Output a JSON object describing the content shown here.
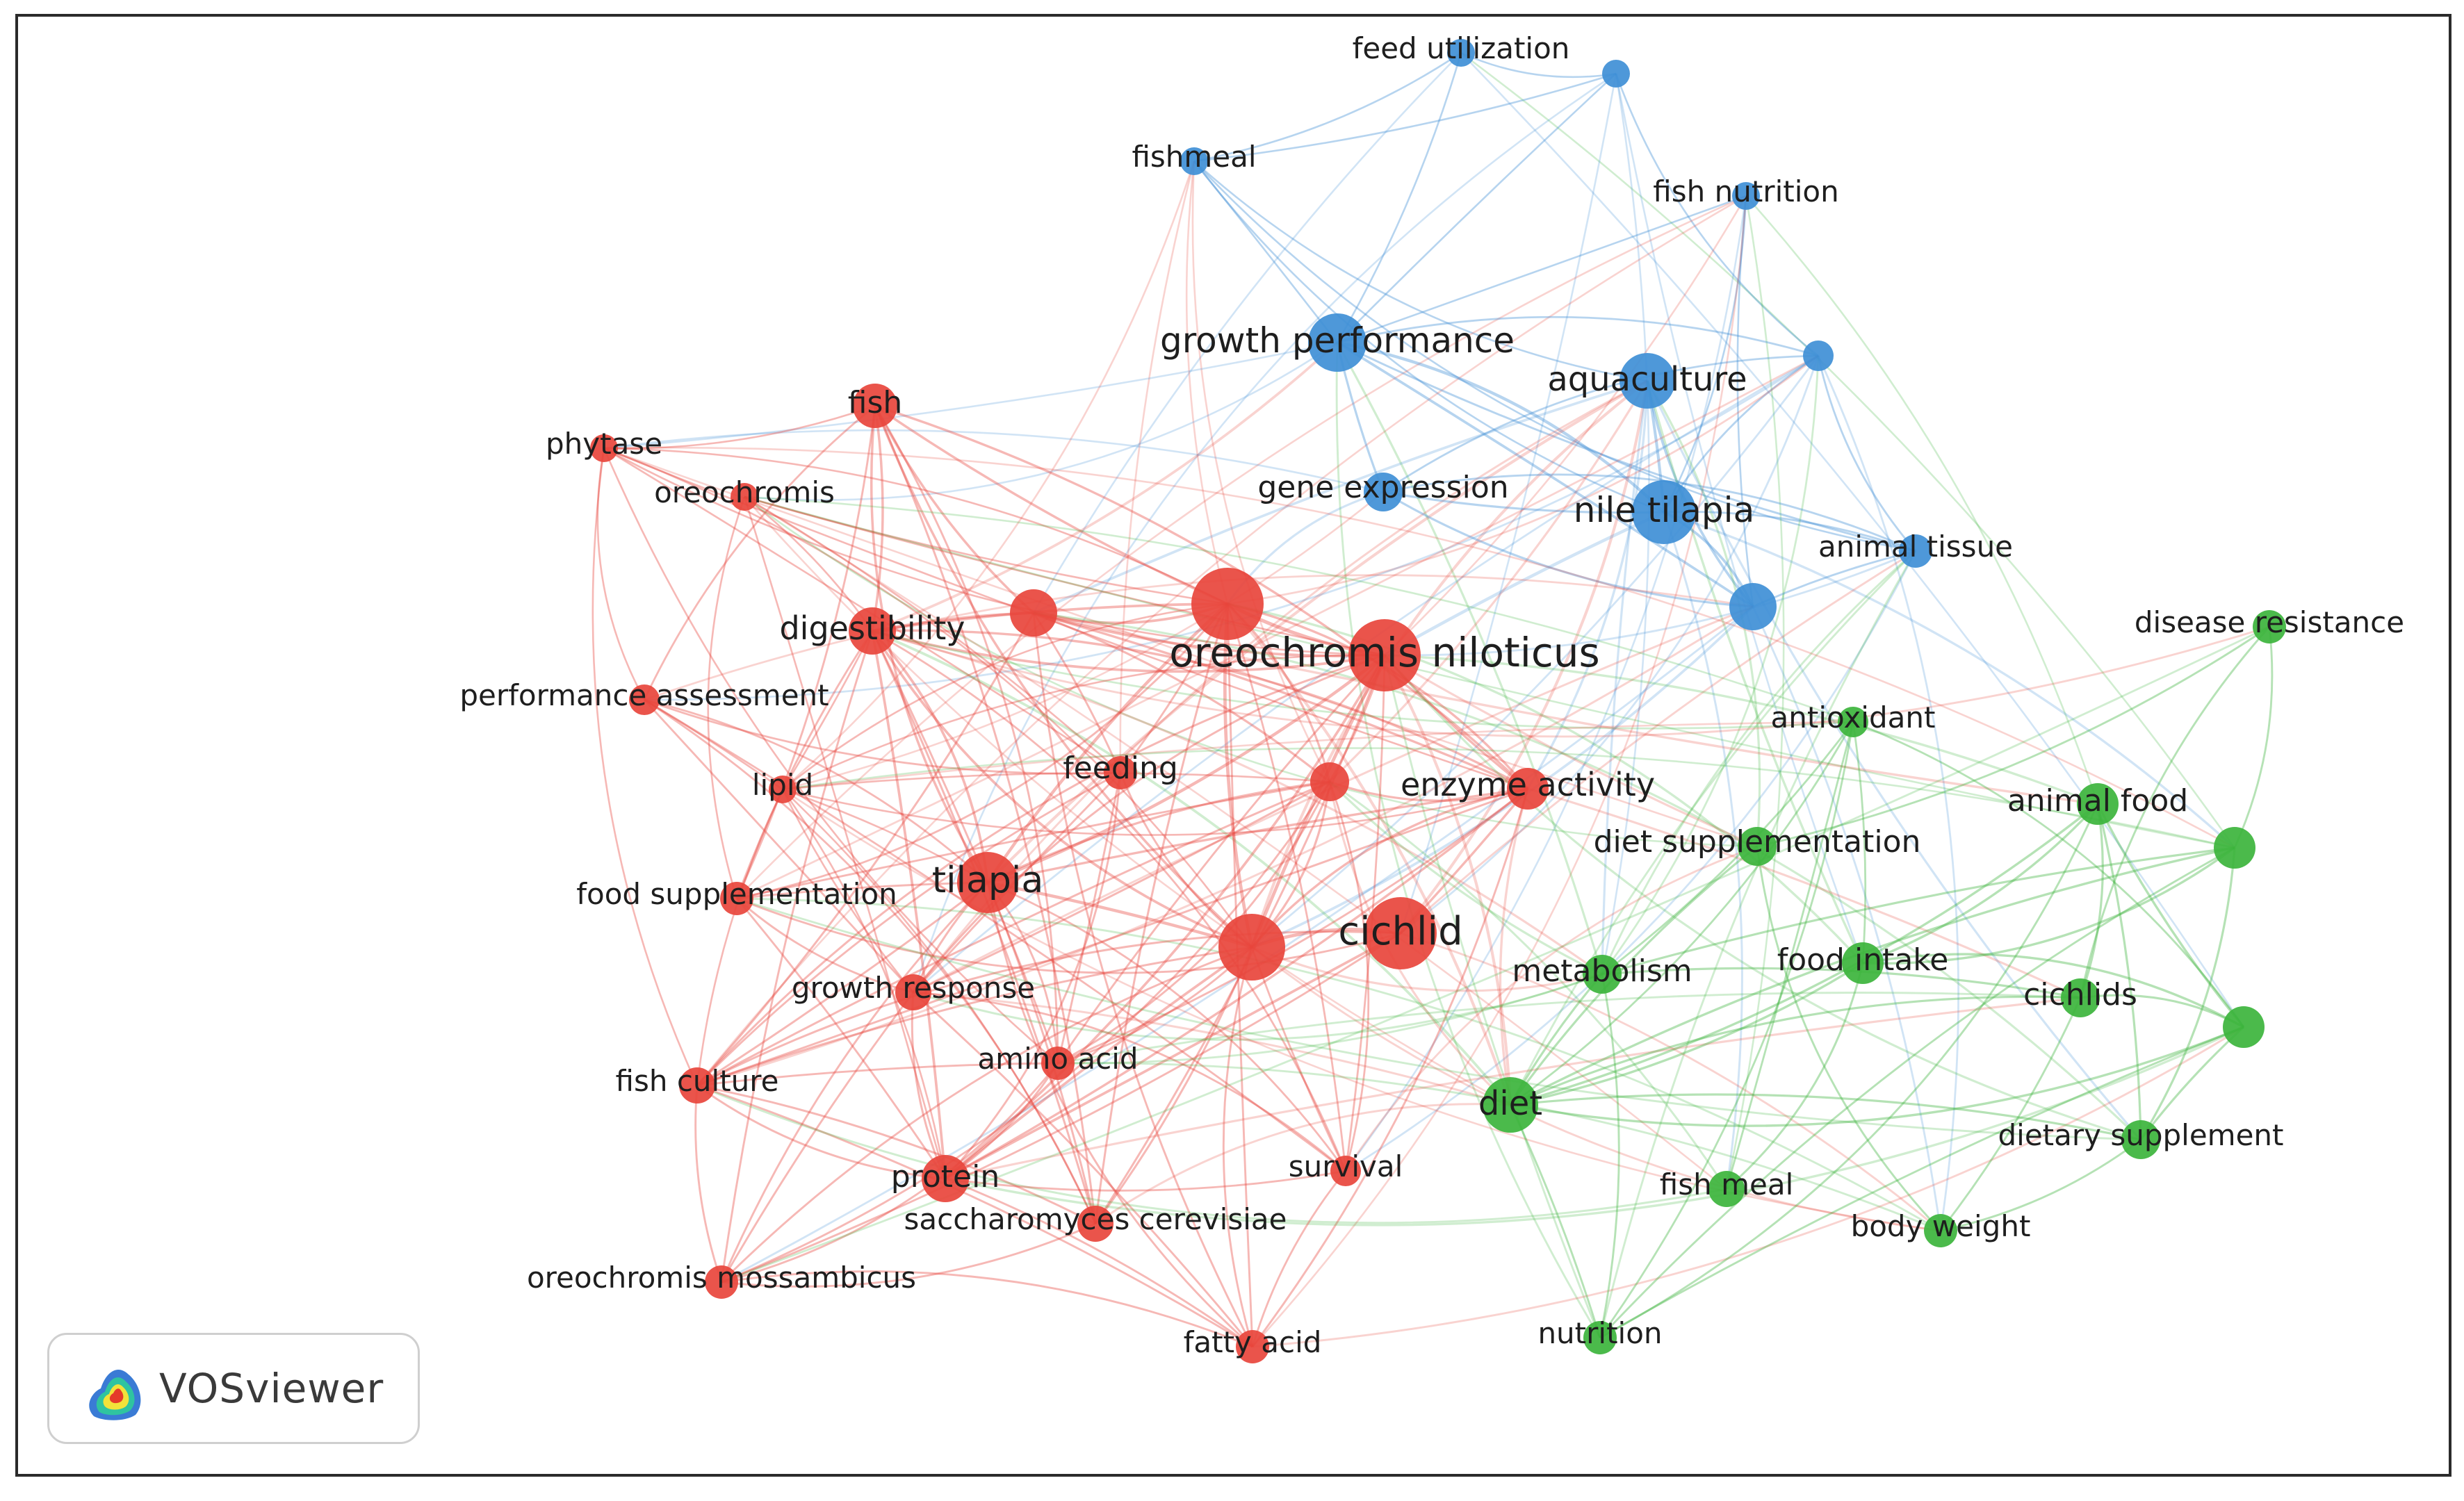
{
  "software": "VOSviewer",
  "clusters": {
    "red": "#e8453c",
    "blue": "#3f8fd6",
    "green": "#3cb43c"
  },
  "nodes": [
    {
      "id": "feed_utilization",
      "label": "feed utilization",
      "cluster": "blue",
      "weight": 0.2
    },
    {
      "id": "blue_u1",
      "label": "",
      "cluster": "blue",
      "weight": 0.2
    },
    {
      "id": "fishmeal",
      "label": "fishmeal",
      "cluster": "blue",
      "weight": 0.2
    },
    {
      "id": "fish_nutrition",
      "label": "fish nutrition",
      "cluster": "blue",
      "weight": 0.2
    },
    {
      "id": "growth_performance",
      "label": "growth performance",
      "cluster": "blue",
      "weight": 0.75
    },
    {
      "id": "aquaculture",
      "label": "aquaculture",
      "cluster": "blue",
      "weight": 0.7
    },
    {
      "id": "blue_u2",
      "label": "",
      "cluster": "blue",
      "weight": 0.25
    },
    {
      "id": "gene_expression",
      "label": "gene expression",
      "cluster": "blue",
      "weight": 0.4
    },
    {
      "id": "nile_tilapia",
      "label": "nile tilapia",
      "cluster": "blue",
      "weight": 0.85
    },
    {
      "id": "animal_tissue",
      "label": "animal tissue",
      "cluster": "blue",
      "weight": 0.3
    },
    {
      "id": "blue_u3",
      "label": "",
      "cluster": "blue",
      "weight": 0.55
    },
    {
      "id": "fish",
      "label": "fish",
      "cluster": "red",
      "weight": 0.5
    },
    {
      "id": "phytase",
      "label": "phytase",
      "cluster": "red",
      "weight": 0.2
    },
    {
      "id": "oreochromis",
      "label": "oreochromis",
      "cluster": "red",
      "weight": 0.2
    },
    {
      "id": "digestibility",
      "label": "digestibility",
      "cluster": "red",
      "weight": 0.55
    },
    {
      "id": "red_u1",
      "label": "",
      "cluster": "red",
      "weight": 0.55
    },
    {
      "id": "red_u2",
      "label": "",
      "cluster": "red",
      "weight": 1.0
    },
    {
      "id": "oreochromis_niloticus",
      "label": "oreochromis niloticus",
      "cluster": "red",
      "weight": 1.0
    },
    {
      "id": "performance_assessment",
      "label": "performance assessment",
      "cluster": "red",
      "weight": 0.25
    },
    {
      "id": "lipid",
      "label": "lipid",
      "cluster": "red",
      "weight": 0.2
    },
    {
      "id": "feeding",
      "label": "feeding",
      "cluster": "red",
      "weight": 0.3
    },
    {
      "id": "red_u3",
      "label": "",
      "cluster": "red",
      "weight": 0.4
    },
    {
      "id": "enzyme_activity",
      "label": "enzyme activity",
      "cluster": "red",
      "weight": 0.45
    },
    {
      "id": "tilapia",
      "label": "tilapia",
      "cluster": "red",
      "weight": 0.8
    },
    {
      "id": "food_supplementation",
      "label": "food supplementation",
      "cluster": "red",
      "weight": 0.3
    },
    {
      "id": "red_u4",
      "label": "",
      "cluster": "red",
      "weight": 0.9
    },
    {
      "id": "cichlid",
      "label": "cichlid",
      "cluster": "red",
      "weight": 1.0
    },
    {
      "id": "growth_response",
      "label": "growth response",
      "cluster": "red",
      "weight": 0.35
    },
    {
      "id": "amino_acid",
      "label": "amino acid",
      "cluster": "red",
      "weight": 0.3
    },
    {
      "id": "fish_culture",
      "label": "fish culture",
      "cluster": "red",
      "weight": 0.35
    },
    {
      "id": "protein",
      "label": "protein",
      "cluster": "red",
      "weight": 0.55
    },
    {
      "id": "saccharomyces_cerevisiae",
      "label": "saccharomyces cerevisiae",
      "cluster": "red",
      "weight": 0.35
    },
    {
      "id": "survival",
      "label": "survival",
      "cluster": "red",
      "weight": 0.25
    },
    {
      "id": "oreochromis_mossambicus",
      "label": "oreochromis mossambicus",
      "cluster": "red",
      "weight": 0.3
    },
    {
      "id": "fatty_acid",
      "label": "fatty acid",
      "cluster": "red",
      "weight": 0.3
    },
    {
      "id": "disease_resistance",
      "label": "disease resistance",
      "cluster": "green",
      "weight": 0.3
    },
    {
      "id": "antioxidant",
      "label": "antioxidant",
      "cluster": "green",
      "weight": 0.25
    },
    {
      "id": "animal_food",
      "label": "animal food",
      "cluster": "green",
      "weight": 0.45
    },
    {
      "id": "green_u1",
      "label": "",
      "cluster": "green",
      "weight": 0.45
    },
    {
      "id": "diet_supplementation",
      "label": "diet supplementation",
      "cluster": "green",
      "weight": 0.4
    },
    {
      "id": "metabolism",
      "label": "metabolism",
      "cluster": "green",
      "weight": 0.4
    },
    {
      "id": "food_intake",
      "label": "food intake",
      "cluster": "green",
      "weight": 0.45
    },
    {
      "id": "cichlids",
      "label": "cichlids",
      "cluster": "green",
      "weight": 0.4
    },
    {
      "id": "green_u2",
      "label": "",
      "cluster": "green",
      "weight": 0.45
    },
    {
      "id": "diet",
      "label": "diet",
      "cluster": "green",
      "weight": 0.7
    },
    {
      "id": "dietary_supplement",
      "label": "dietary supplement",
      "cluster": "green",
      "weight": 0.4
    },
    {
      "id": "fish_meal",
      "label": "fish meal",
      "cluster": "green",
      "weight": 0.35
    },
    {
      "id": "body_weight",
      "label": "body weight",
      "cluster": "green",
      "weight": 0.3
    },
    {
      "id": "nutrition",
      "label": "nutrition",
      "cluster": "green",
      "weight": 0.3
    }
  ]
}
